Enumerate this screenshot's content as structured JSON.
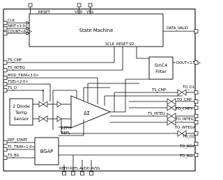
{
  "blocks": {
    "state_machine": "State Machine",
    "sinc_filter_line1": "SinC4",
    "sinc_filter_line2": "Filter",
    "temp_sensor_line1": "2 Diode",
    "temp_sensor_line2": "Temp",
    "temp_sensor_line3": "Sensor",
    "modulator": "ΔΣ",
    "bgap": "BGAP"
  },
  "state_machine_ports": {
    "reset": "RESET",
    "sclk": "SCLK",
    "reset2": "RESET",
    "sd": "SD"
  },
  "bgap_ports": {
    "refh": "REFH",
    "refl": "REFL"
  },
  "top_pins": {
    "reset": "RESET",
    "vdd": "VDD",
    "vss": "VSS"
  },
  "bottom_pins": {
    "refh": "REFH",
    "refl": "REFL",
    "avdd": "AVDD",
    "avss": "AVSS"
  },
  "left_inputs": {
    "clk": "CLK",
    "nbit": "NBIT<1:0>",
    "count": "COUNT<6:0>",
    "ts_cmp": "TS_CMP",
    "ts_integ": "TS_INTEG",
    "mod_trim": "MOD_TRIM<3:0>",
    "tsel": "TSEL<2:0>",
    "ts_d": "TS_D",
    "ref_start": "REF_START",
    "tc_trim": "TC_TRIM<1:0>",
    "ts_bg": "TS_BG"
  },
  "right_outputs": {
    "data_valid": "DATA_VALID",
    "dout": "DOUT<17:0>",
    "to_d1": "TO_D1",
    "to_cmp": "TO_CMP",
    "to_cmpx": "TO_CMPX",
    "to_integ": "TO_INTEG",
    "to_integx": "TO_INTEGX",
    "to_d2": "TO_D2",
    "to_bgv": "TO_BGV",
    "to_bgi": "TO_BGI"
  },
  "internal_labels": {
    "ts_cmp_internal": "TS_CMP",
    "ts_integ_internal": "TS_INTEG",
    "refh_internal": "REFH",
    "refl_internal": "REFL"
  }
}
